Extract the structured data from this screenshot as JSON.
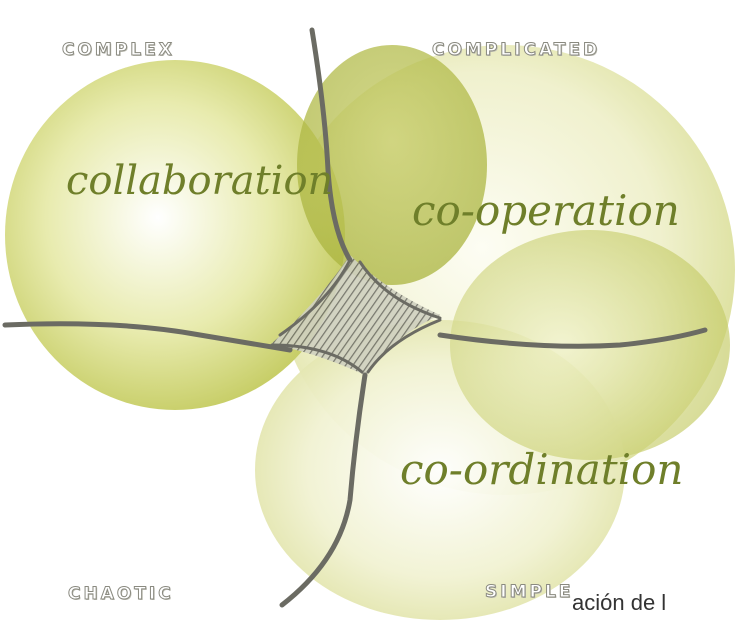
{
  "diagram": {
    "quadrants": {
      "top_left": "COMPLEX",
      "top_right": "COMPLICATED",
      "bottom_left": "CHAOTIC",
      "bottom_right": "SIMPLE"
    },
    "regions": {
      "left": "collaboration",
      "top_right": "co-operation",
      "bottom_right": "co-ordination"
    },
    "colors": {
      "circle_fill": "#c9cf6a",
      "circle_light": "#f4f5d9",
      "text": "#6f7f2a",
      "lines": "#6b6b63"
    }
  },
  "footer": {
    "text": "ación de l"
  }
}
